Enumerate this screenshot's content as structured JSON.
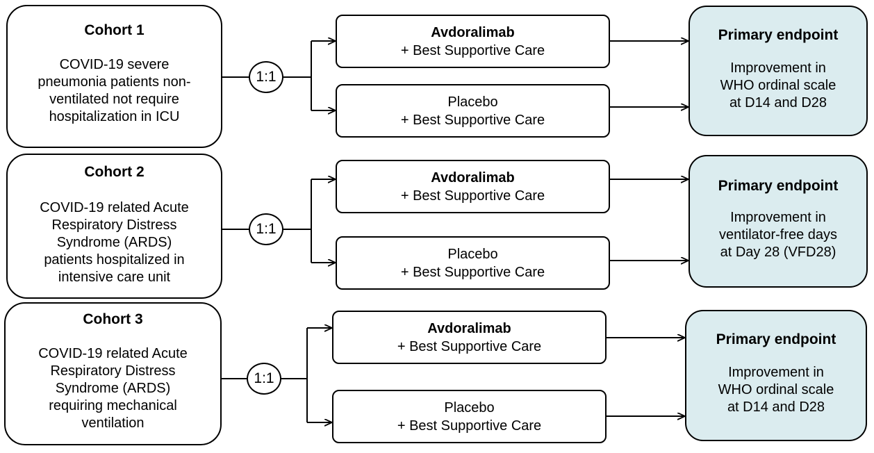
{
  "rows": [
    {
      "cohort": {
        "title": "Cohort 1",
        "description": "COVID-19 severe\npneumonia patients non-\nventilated not require\nhospitalization in ICU"
      },
      "ratio": "1:1",
      "arms": [
        {
          "name": "Avdoralimab",
          "sub": "+ Best Supportive Care"
        },
        {
          "name": "Placebo",
          "sub": "+ Best Supportive Care"
        }
      ],
      "endpoint": {
        "title": "Primary endpoint",
        "description": "Improvement in\nWHO ordinal scale\nat D14 and D28"
      }
    },
    {
      "cohort": {
        "title": "Cohort 2",
        "description": "COVID-19 related Acute\nRespiratory Distress\nSyndrome (ARDS)\npatients hospitalized in\nintensive care unit"
      },
      "ratio": "1:1",
      "arms": [
        {
          "name": "Avdoralimab",
          "sub": "+ Best Supportive Care"
        },
        {
          "name": "Placebo",
          "sub": "+ Best Supportive Care"
        }
      ],
      "endpoint": {
        "title": "Primary endpoint",
        "description": "Improvement in\nventilator-free days\nat Day 28 (VFD28)"
      }
    },
    {
      "cohort": {
        "title": "Cohort 3",
        "description": "COVID-19 related Acute\nRespiratory Distress\nSyndrome (ARDS)\nrequiring mechanical\nventilation"
      },
      "ratio": "1:1",
      "arms": [
        {
          "name": "Avdoralimab",
          "sub": "+ Best Supportive Care"
        },
        {
          "name": "Placebo",
          "sub": "+ Best Supportive Care"
        }
      ],
      "endpoint": {
        "title": "Primary endpoint",
        "description": "Improvement in\nWHO ordinal scale\nat D14 and D28"
      }
    }
  ],
  "colors": {
    "endpoint_fill": "#dbecef",
    "stroke": "#000000"
  }
}
